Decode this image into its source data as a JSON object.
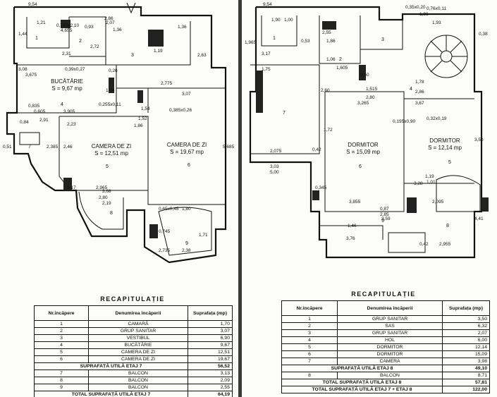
{
  "left": {
    "rooms": [
      {
        "name": "BUCĂTĂRIE",
        "area": "S = 9,67 mp",
        "num": "4"
      },
      {
        "name": "CAMERA DE ZI",
        "area": "S = 12,51 mp",
        "num": "5"
      },
      {
        "name": "CAMERA DE ZI",
        "area": "S = 19,67 mp",
        "num": "6"
      },
      {
        "num": "1"
      },
      {
        "num": "2"
      },
      {
        "num": "3"
      },
      {
        "num": "7"
      },
      {
        "num": "8"
      },
      {
        "num": "9"
      }
    ],
    "dims": [
      "9,54",
      "1,21",
      "2,86",
      "1,44",
      "0,745x2,10",
      "4,655",
      "0,93",
      "2,07",
      "1,36",
      "1,36",
      "2,31",
      "2,72",
      "1,19",
      "3,08",
      "3,675",
      "0,39x0,27",
      "0,26",
      "2,63",
      "1,04",
      "0,255x0,11",
      "2,775",
      "3,07",
      "0,385x0,26",
      "1,54",
      "3,905",
      "0,835",
      "2,91",
      "2,23",
      "0,51",
      "0,84",
      "2,385",
      "2,46",
      "3,17",
      "2,965",
      "5,685",
      "3,68",
      "2,19",
      "2,80",
      "0,65x0,45",
      "1,80",
      "0,745",
      "1,71",
      "2,735",
      "2,38",
      "1,52",
      "1,86",
      "0,605"
    ],
    "recap": {
      "title": "RECAPITULAȚIE",
      "headers": [
        "Nr.încăpere",
        "Denumirea încăperii",
        "Suprafața (mp)"
      ],
      "rows": [
        [
          "1",
          "CAMARĂ",
          "1,70"
        ],
        [
          "2",
          "GRUP SANITAR",
          "3,07"
        ],
        [
          "3",
          "VESTIBUL",
          "6,90"
        ],
        [
          "4",
          "BUCĂTĂRIE",
          "9,67"
        ],
        [
          "5",
          "CAMERA DE ZI",
          "12,51"
        ],
        [
          "6",
          "CAMERA DE ZI",
          "19,67"
        ]
      ],
      "subtotal": [
        "SUPRAFAȚĂ UTILĂ ETAJ 7",
        "56,52"
      ],
      "balcony": [
        [
          "7",
          "BALCON",
          "3,13"
        ],
        [
          "8",
          "BALCON",
          "2,09"
        ],
        [
          "9",
          "BALCON",
          "2,55"
        ]
      ],
      "total": [
        "TOTAL SUPRAFAȚĂ UTILĂ ETAJ 7",
        "64,19"
      ]
    }
  },
  "right": {
    "rooms": [
      {
        "name": "DORMITOR",
        "area": "S = 15,09 mp",
        "num": "6"
      },
      {
        "name": "DORMITOR",
        "area": "S = 12,14 mp",
        "num": "5"
      },
      {
        "num": "1"
      },
      {
        "num": "2"
      },
      {
        "num": "3"
      },
      {
        "num": "4"
      },
      {
        "num": "7"
      },
      {
        "num": "8"
      },
      {
        "num": "9"
      }
    ],
    "dims": [
      "9,54",
      "1,90",
      "1,00",
      "1,965",
      "3,17",
      "1,75",
      "0,53",
      "0,35x0,20",
      "1,96",
      "0,76x0,11",
      "1,93",
      "2,55",
      "1,86",
      "0,38",
      "1,06",
      "1,605",
      "0,50",
      "2,60",
      "1,515",
      "2,80",
      "3,265",
      "1,78",
      "2,86",
      "3,67",
      "0,195x0,90",
      "0,32x0,19",
      "2,075",
      "0,42",
      "1,72",
      "3,03",
      "5,00",
      "3,855",
      "0,345",
      "3,28",
      "2,095",
      "4,41",
      "3,59",
      "1,46",
      "3,76",
      "0,42",
      "2,955",
      "0,87",
      "2,85",
      "1,19",
      "1,01",
      "3,50"
    ],
    "recap": {
      "title": "RECAPITULAȚIE",
      "headers": [
        "Nr.încăpere",
        "Denumirea încăperii",
        "Suprafața (mp)"
      ],
      "rows": [
        [
          "1",
          "GRUP SANITAR",
          "3,50"
        ],
        [
          "2",
          "SAS",
          "6,32"
        ],
        [
          "3",
          "GRUP SANITAR",
          "2,07"
        ],
        [
          "4",
          "HOL",
          "6,00"
        ],
        [
          "5",
          "DORMITOR",
          "12,14"
        ],
        [
          "6",
          "DORMITOR",
          "15,09"
        ],
        [
          "7",
          "CAMERA",
          "3,98"
        ]
      ],
      "subtotal": [
        "SUPRAFAȚĂ UTILĂ ETAJ 8",
        "49,10"
      ],
      "balcony": [
        [
          "8",
          "BALCON",
          "8,71"
        ]
      ],
      "total": [
        "TOTAL SUPRAFAȚĂ UTILĂ ETAJ 8",
        "57,81"
      ],
      "grand_total": [
        "TOTAL SUPRAFAȚĂ UTILĂ ETAJ 7 + ETAJ 8",
        "122,00"
      ]
    }
  }
}
